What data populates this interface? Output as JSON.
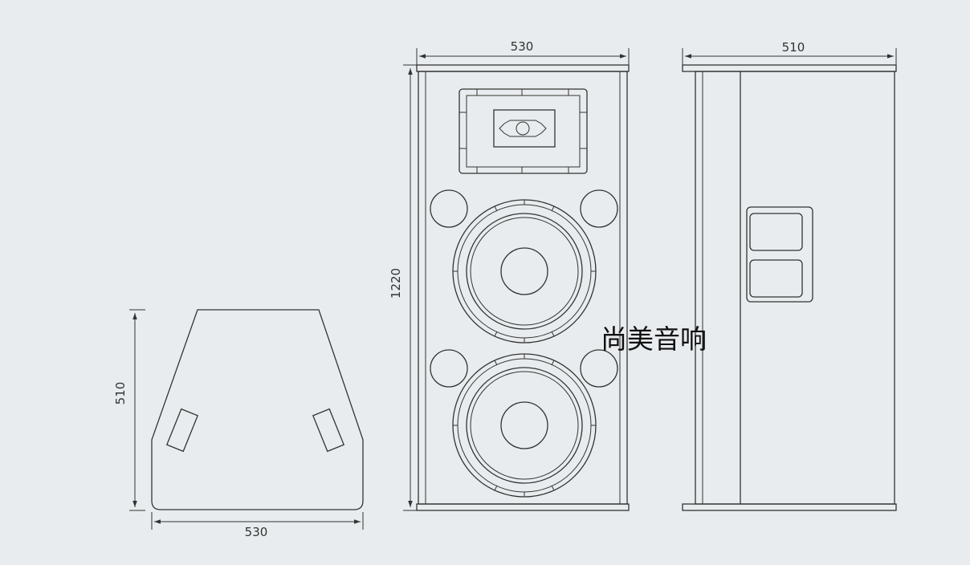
{
  "dimensions": {
    "top_view_width": "530",
    "top_view_depth": "510",
    "front_width": "530",
    "front_height": "1220",
    "side_depth": "510"
  },
  "watermark": "尚美音响",
  "colors": {
    "background": "#e9ecee",
    "line": "#333333"
  }
}
